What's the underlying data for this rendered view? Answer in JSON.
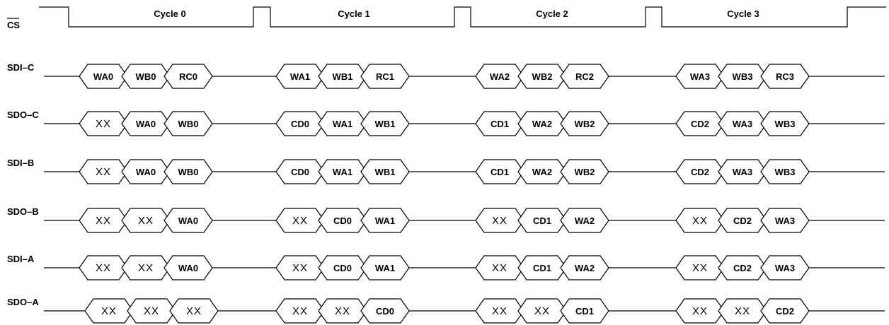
{
  "cs": {
    "label": "CS",
    "cycles": [
      "Cycle 0",
      "Cycle 1",
      "Cycle 2",
      "Cycle 3"
    ]
  },
  "signals": [
    {
      "name": "SDI–C",
      "cycles": [
        [
          "WA0",
          "WB0",
          "RC0"
        ],
        [
          "WA1",
          "WB1",
          "RC1"
        ],
        [
          "WA2",
          "WB2",
          "RC2"
        ],
        [
          "WA3",
          "WB3",
          "RC3"
        ]
      ]
    },
    {
      "name": "SDO–C",
      "cycles": [
        [
          "XX",
          "WA0",
          "WB0"
        ],
        [
          "CD0",
          "WA1",
          "WB1"
        ],
        [
          "CD1",
          "WA2",
          "WB2"
        ],
        [
          "CD2",
          "WA3",
          "WB3"
        ]
      ]
    },
    {
      "name": "SDI–B",
      "cycles": [
        [
          "XX",
          "WA0",
          "WB0"
        ],
        [
          "CD0",
          "WA1",
          "WB1"
        ],
        [
          "CD1",
          "WA2",
          "WB2"
        ],
        [
          "CD2",
          "WA3",
          "WB3"
        ]
      ]
    },
    {
      "name": "SDO–B",
      "cycles": [
        [
          "XX",
          "XX",
          "WA0"
        ],
        [
          "XX",
          "CD0",
          "WA1"
        ],
        [
          "XX",
          "CD1",
          "WA2"
        ],
        [
          "XX",
          "CD2",
          "WA3"
        ]
      ]
    },
    {
      "name": "SDI–A",
      "cycles": [
        [
          "XX",
          "XX",
          "WA0"
        ],
        [
          "XX",
          "CD0",
          "WA1"
        ],
        [
          "XX",
          "CD1",
          "WA2"
        ],
        [
          "XX",
          "CD2",
          "WA3"
        ]
      ]
    },
    {
      "name": "SDO–A",
      "cycles": [
        [
          "XX",
          "XX",
          "XX"
        ],
        [
          "XX",
          "XX",
          "CD0"
        ],
        [
          "XX",
          "XX",
          "CD1"
        ],
        [
          "XX",
          "XX",
          "CD2"
        ]
      ]
    }
  ]
}
